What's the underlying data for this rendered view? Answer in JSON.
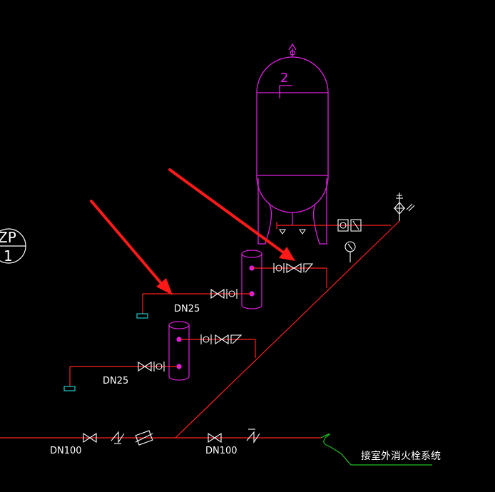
{
  "drawing": {
    "tank_number": "2",
    "index_mark": {
      "top": "ZP",
      "bottom": "1"
    },
    "pipe_labels": [
      "DN25",
      "DN25",
      "DN100",
      "DN100"
    ],
    "outlet_label": "接室外消火栓系统"
  },
  "colors": {
    "background": "#000000",
    "pipe": "#ff2020",
    "equipment": "#e020e0",
    "fitting": "#ffffff",
    "drain": "#20c8c8",
    "leader": "#20c020",
    "arrow": "#ff1a1a"
  }
}
